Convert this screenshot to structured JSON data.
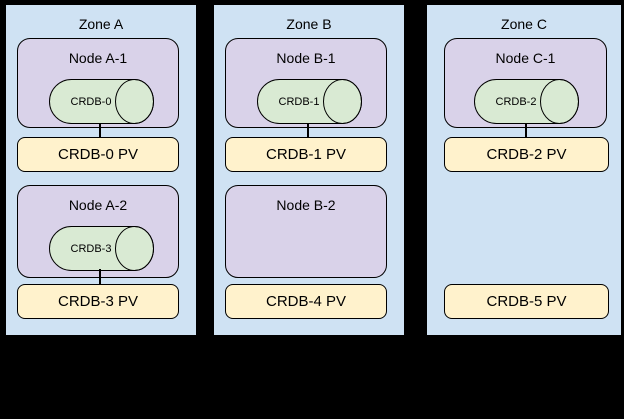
{
  "diagram": {
    "background": "#000000",
    "colors": {
      "zone_fill": "#cfe2f3",
      "node_fill": "#d9d2e9",
      "cylinder_fill": "#d9ead3",
      "pv_fill": "#fff2cc",
      "border": "#000000"
    },
    "zones": [
      {
        "title": "Zone A",
        "nodes": [
          {
            "title": "Node A-1",
            "cylinder": "CRDB-0"
          },
          {
            "title": "Node A-2",
            "cylinder": "CRDB-3"
          }
        ],
        "pvs": [
          {
            "label": "CRDB-0 PV"
          },
          {
            "label": "CRDB-3 PV"
          }
        ]
      },
      {
        "title": "Zone B",
        "nodes": [
          {
            "title": "Node B-1",
            "cylinder": "CRDB-1"
          },
          {
            "title": "Node B-2"
          }
        ],
        "pvs": [
          {
            "label": "CRDB-1 PV"
          },
          {
            "label": "CRDB-4 PV"
          }
        ]
      },
      {
        "title": "Zone C",
        "nodes": [
          {
            "title": "Node C-1",
            "cylinder": "CRDB-2"
          }
        ],
        "pvs": [
          {
            "label": "CRDB-2 PV"
          },
          {
            "label": "CRDB-5 PV"
          }
        ]
      }
    ]
  }
}
